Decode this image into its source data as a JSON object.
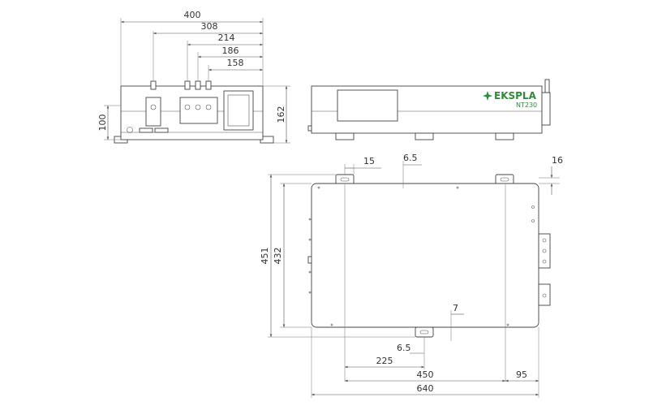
{
  "brand": {
    "logo_text": "EKSPLA",
    "model": "NT230",
    "accent_color": "#2e8b3a"
  },
  "front_view": {
    "width_dims": [
      "400",
      "308",
      "214",
      "186",
      "158"
    ],
    "height_dims": [
      "100",
      "162"
    ]
  },
  "top_view": {
    "horizontal_dims": [
      "15",
      "6.5",
      "16",
      "7",
      "6.5",
      "225",
      "450",
      "95",
      "640"
    ],
    "vertical_dims": [
      "451",
      "432"
    ]
  }
}
